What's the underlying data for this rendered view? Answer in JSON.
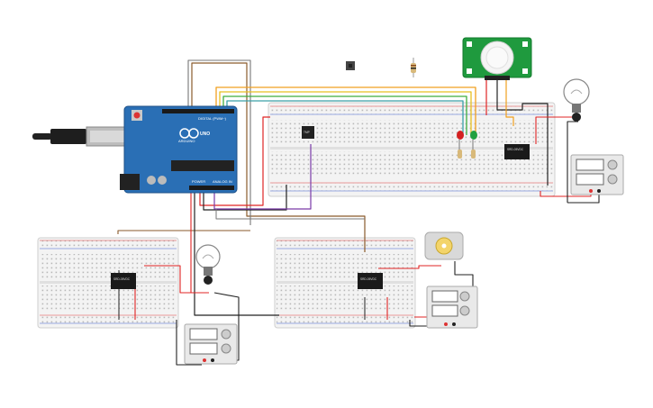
{
  "arduino": {
    "model": "UNO",
    "brand": "ARDUINO",
    "header_digital": "DIGITAL (PWM~)",
    "header_power": "POWER",
    "header_analog": "ANALOG IN"
  },
  "sensor": {
    "name": "PIR motion sensor"
  },
  "chip_main": {
    "label": "TMP"
  },
  "relays": {
    "label": "SRD-05VDC"
  },
  "colors": {
    "wire_red": "#e02424",
    "wire_black": "#222222",
    "wire_orange": "#f0a020",
    "wire_yellow": "#e8c020",
    "wire_green": "#3fae3f",
    "wire_teal": "#3aa0a8",
    "wire_brown": "#8a5a2b",
    "wire_purple": "#7a3aa8",
    "wire_gray": "#777777",
    "arduino_blue": "#2a6fb5",
    "breadboard": "#f2f2f2",
    "led_red": "#d42020",
    "led_green": "#20a040"
  }
}
